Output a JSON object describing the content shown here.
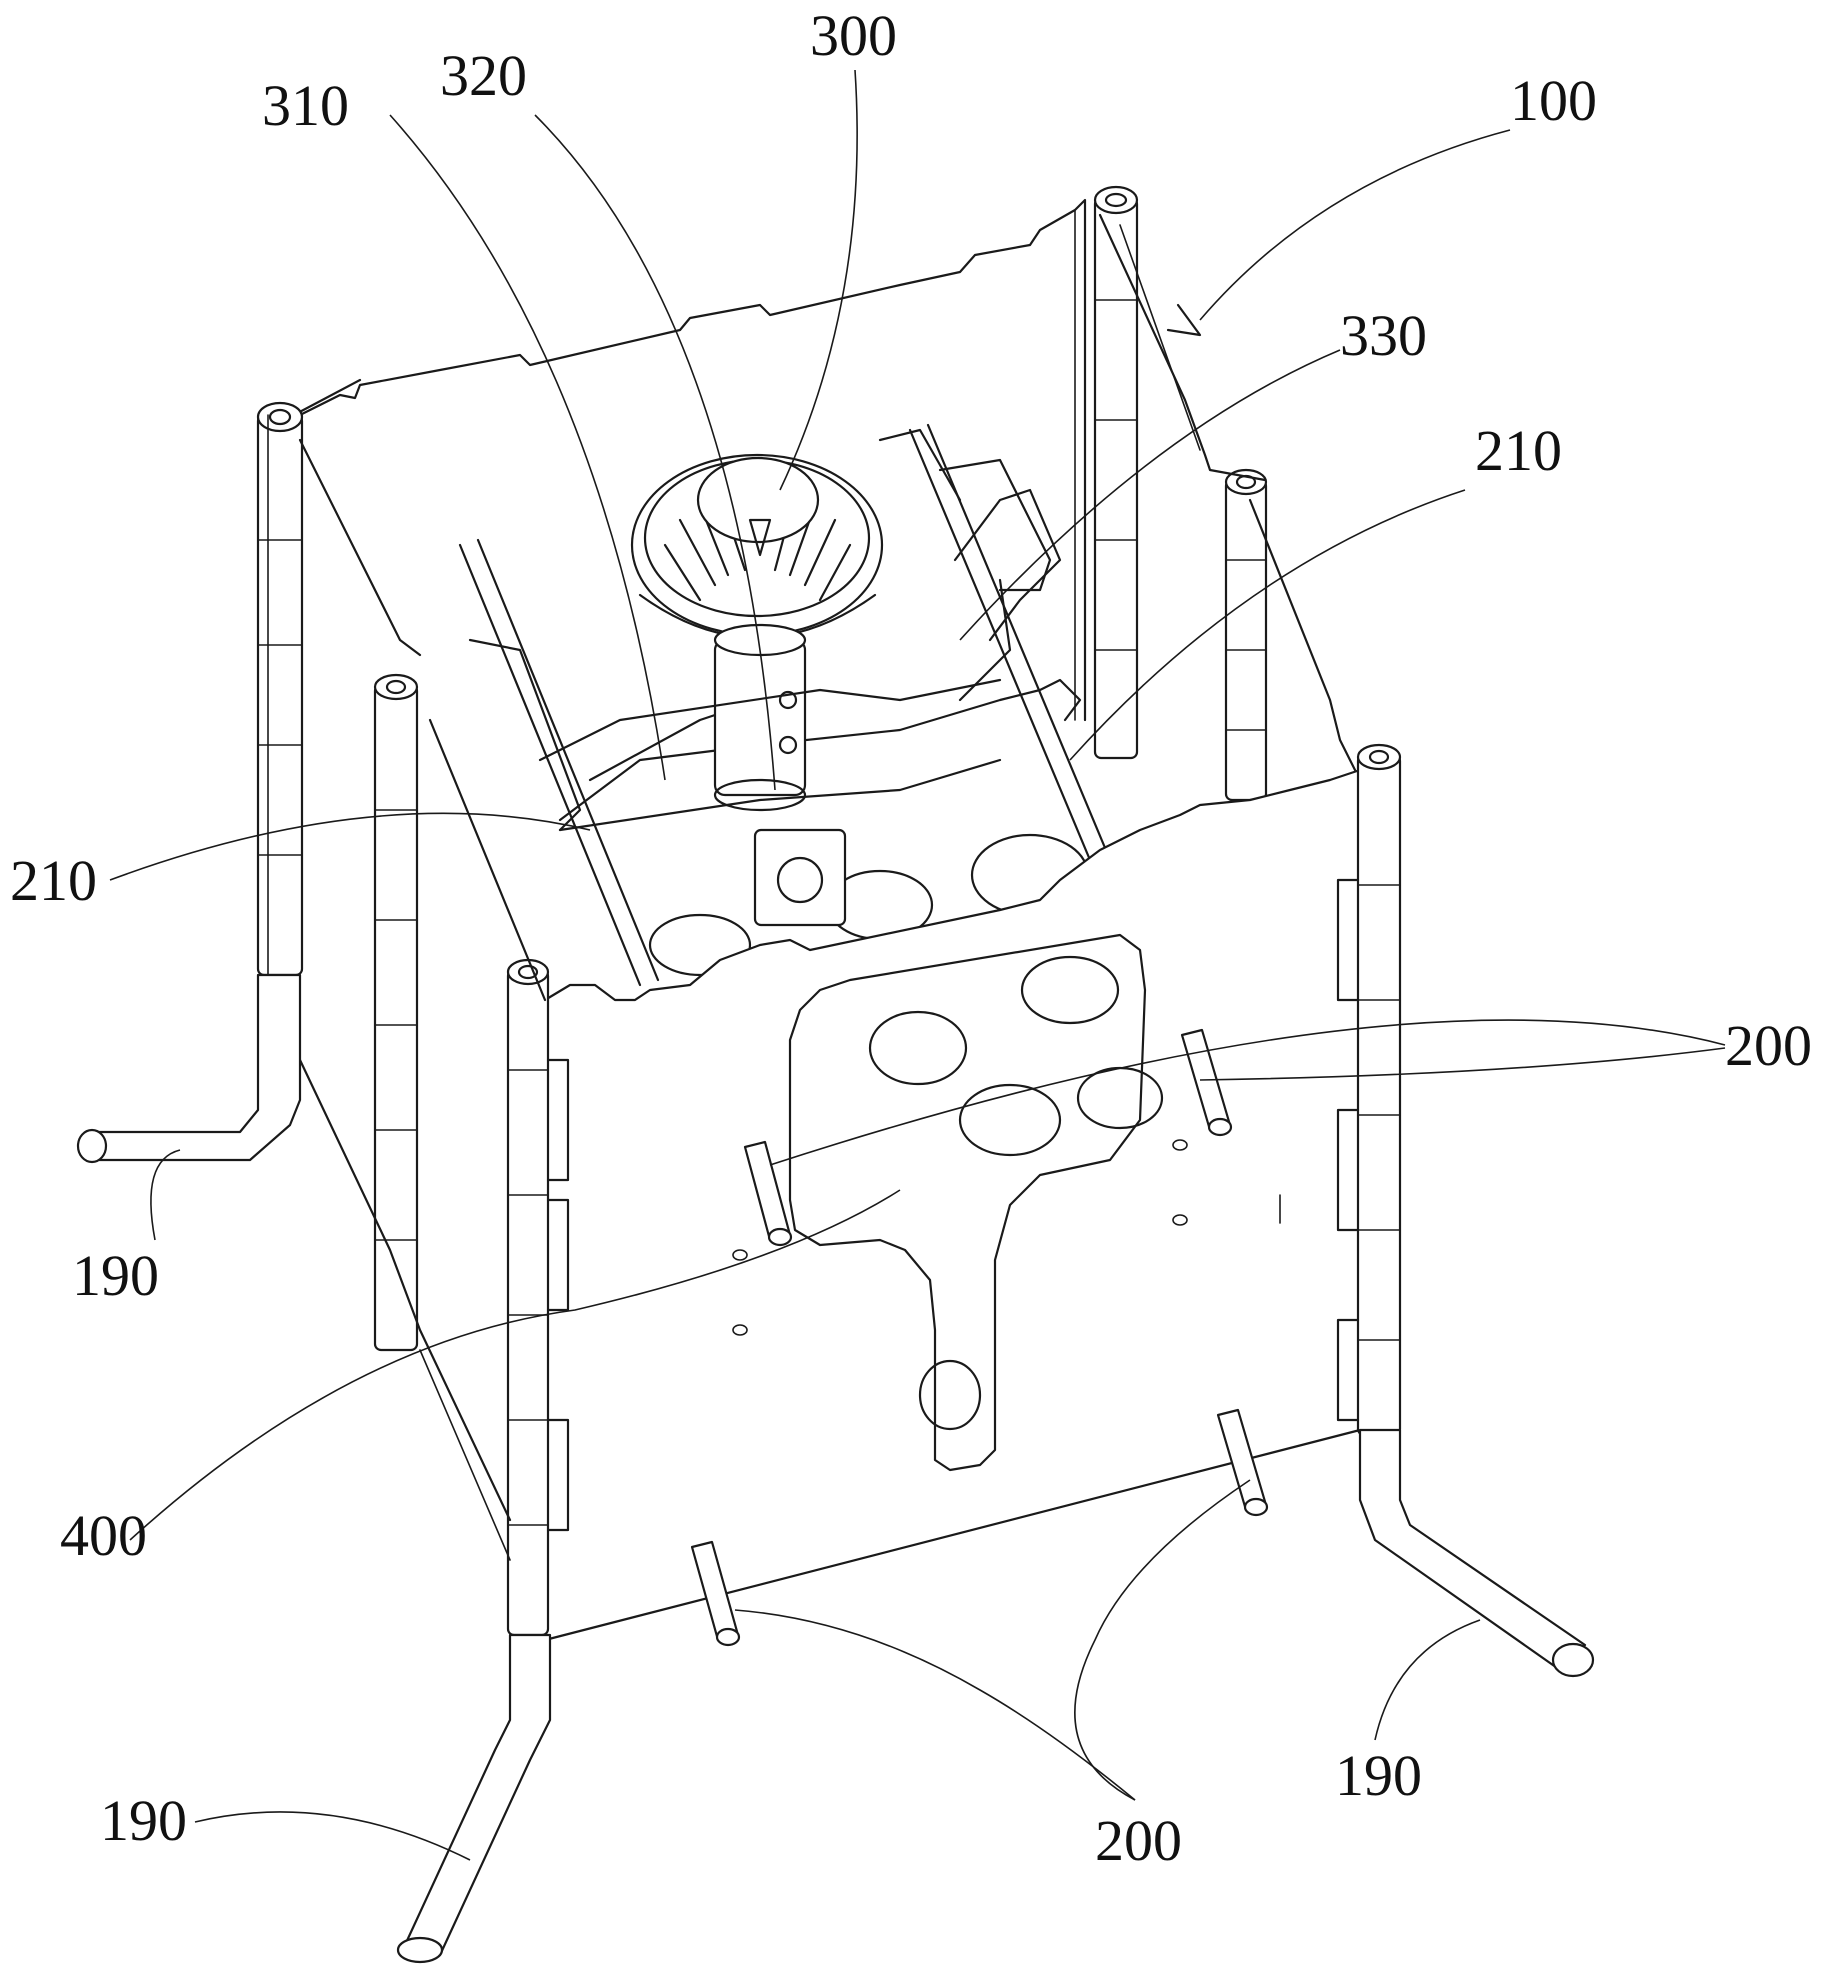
{
  "labels": {
    "l100": "100",
    "l190_left": "190",
    "l190_bottom_left": "190",
    "l190_bottom_right": "190",
    "l200_right": "200",
    "l200_bottom": "200",
    "l210_left": "210",
    "l210_right": "210",
    "l300": "300",
    "l310": "310",
    "l320": "320",
    "l330": "330",
    "l400": "400"
  }
}
